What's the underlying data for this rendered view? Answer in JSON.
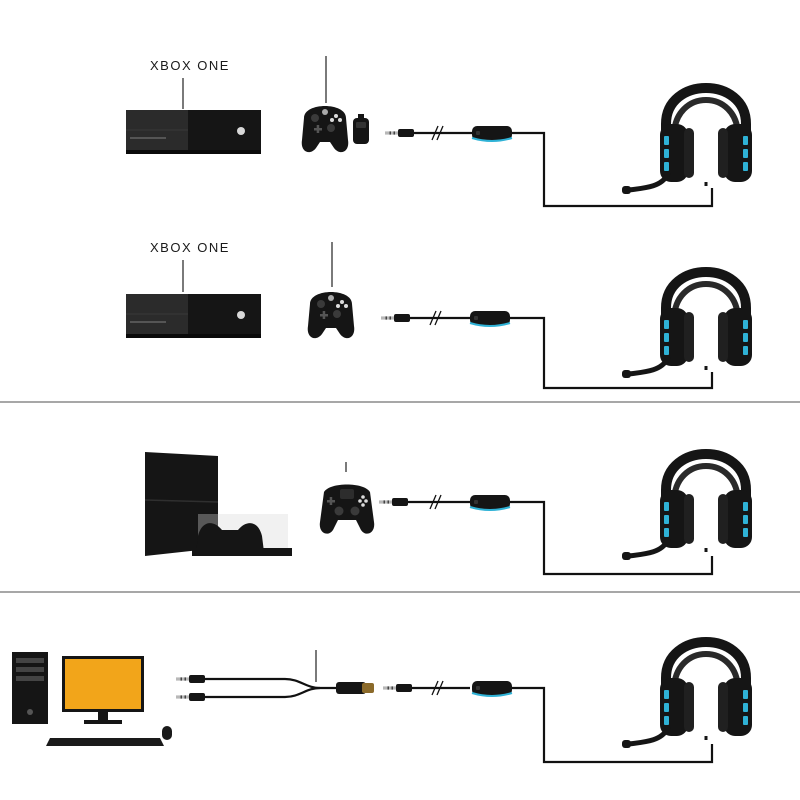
{
  "rows": [
    {
      "console_label": "XBOX ONE",
      "console": "Xbox One console",
      "devices": [
        "controller",
        "stereo headset adapter"
      ],
      "cable": "3.5mm jack cable with inline control",
      "headset": "gaming headset"
    },
    {
      "console_label": "XBOX ONE",
      "console": "Xbox One console",
      "devices": [
        "controller"
      ],
      "cable": "3.5mm jack cable with inline control",
      "headset": "gaming headset"
    },
    {
      "console_label": "",
      "console": "PlayStation 4 console",
      "devices": [
        "controller"
      ],
      "cable": "3.5mm jack cable with inline control",
      "headset": "gaming headset"
    },
    {
      "console_label": "",
      "console": "desktop PC",
      "devices": [
        "Y-splitter cable (mic + audio)"
      ],
      "cable": "3.5mm jack cable with inline control",
      "headset": "gaming headset"
    }
  ],
  "colors": {
    "device_body": "#151515",
    "accent_blue": "#2fb2d6",
    "divider": "#8a8a8a",
    "cable": "#111111",
    "pc_screen": "#f2a51a"
  }
}
